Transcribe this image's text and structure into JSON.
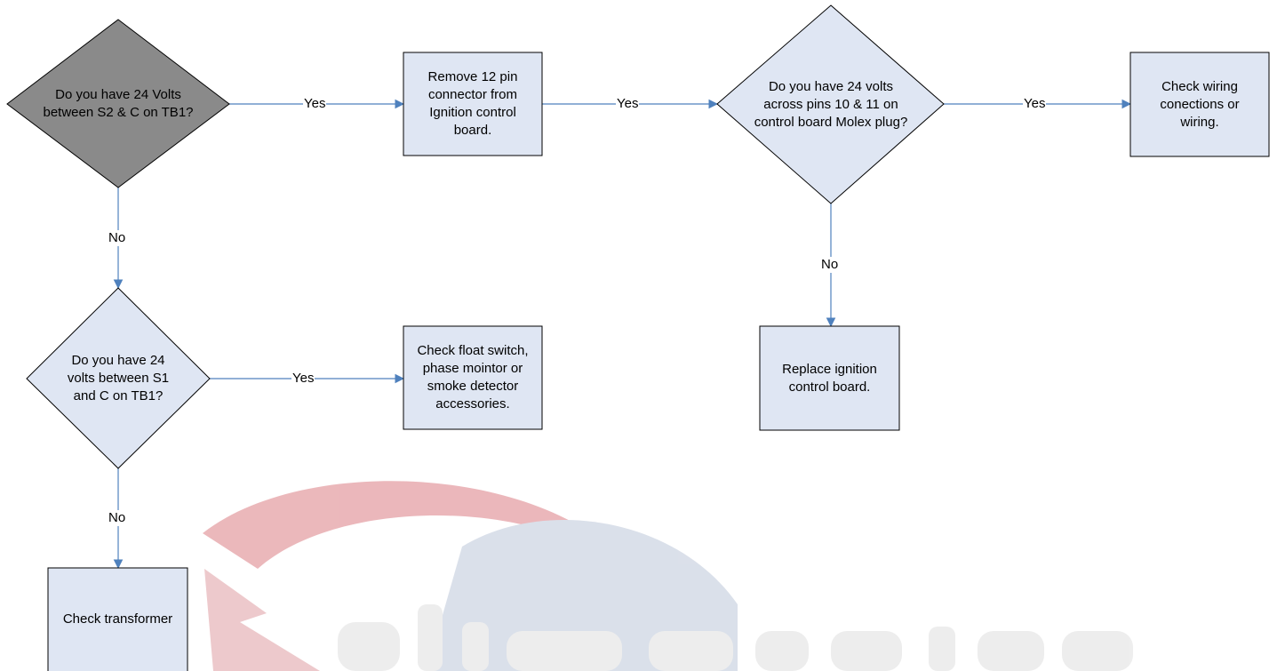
{
  "colors": {
    "box_fill": "#dfe6f3",
    "decision_highlight": "#8a8a8a",
    "outline": "#000000",
    "connector": "#4f81bd",
    "watermark_red": "#e9b0b4",
    "watermark_blue": "#d7dde8",
    "watermark_gray": "#ececec"
  },
  "nodes": {
    "q_s2_c_tb1": "Do you have 24 Volts\nbetween S2 & C on TB1?",
    "remove_connector": "Remove 12 pin\nconnector from\nIgnition control\nboard.",
    "q_pins_10_11": "Do you have 24 volts\nacross pins 10 & 11 on\ncontrol board Molex plug?",
    "check_wiring": "Check wiring\nconections or\nwiring.",
    "q_s1_c_tb1": "Do you have 24\nvolts between S1\nand C on TB1?",
    "check_float": "Check float switch,\nphase mointor or\nsmoke detector\naccessories.",
    "replace_board": "Replace ignition\ncontrol board.",
    "check_transformer": "Check transformer"
  },
  "edges": {
    "yes_1": "Yes",
    "yes_2": "Yes",
    "yes_3": "Yes",
    "yes_4": "Yes",
    "no_1": "No",
    "no_2": "No",
    "no_3": "No"
  },
  "icons": {
    "watermark": "company-logo-watermark"
  }
}
